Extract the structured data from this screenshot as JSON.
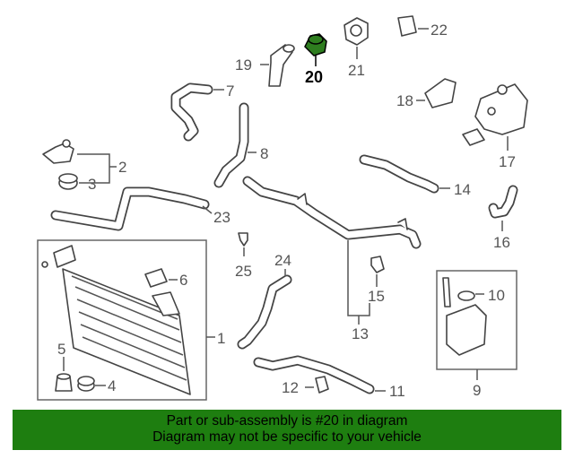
{
  "highlight": {
    "part_number": "20",
    "color": "#1e7e10"
  },
  "callouts": [
    "1",
    "2",
    "3",
    "4",
    "5",
    "6",
    "7",
    "8",
    "9",
    "10",
    "11",
    "12",
    "13",
    "14",
    "15",
    "16",
    "17",
    "18",
    "19",
    "20",
    "21",
    "22",
    "23",
    "24",
    "25"
  ],
  "banner": {
    "line1": "Part or sub-assembly is #20 in diagram",
    "line2": "Diagram may not be specific to your vehicle"
  }
}
